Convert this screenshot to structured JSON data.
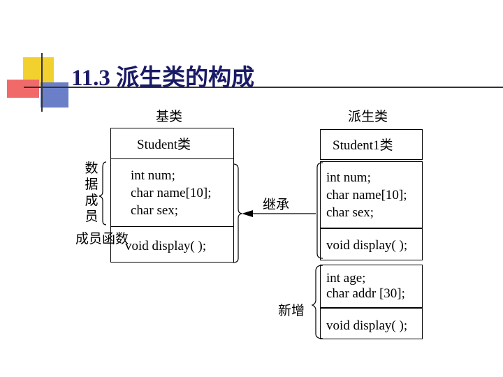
{
  "slide": {
    "title": "11.3 派生类的构成"
  },
  "base": {
    "heading": "基类",
    "class_name": "Student类",
    "data_members": [
      "int num;",
      "char name[10];",
      "char sex;"
    ],
    "function": "void display( );",
    "label_data_members": "数据成员",
    "label_member_functions": "成员函数"
  },
  "derived": {
    "heading": "派生类",
    "class_name": "Student1类",
    "inherited_members": [
      "int num;",
      "char name[10];",
      "char sex;"
    ],
    "inherited_function": "void display( );",
    "new_members": [
      "int age;",
      "char addr [30];"
    ],
    "new_function": "void display( );",
    "label_new": "新增"
  },
  "arrow": {
    "label": "继承"
  },
  "colors": {
    "title": "#1a1a66",
    "deco_yellow": "#f2d12e",
    "deco_red": "#f06a6a",
    "deco_blue": "#6b7fc8"
  }
}
